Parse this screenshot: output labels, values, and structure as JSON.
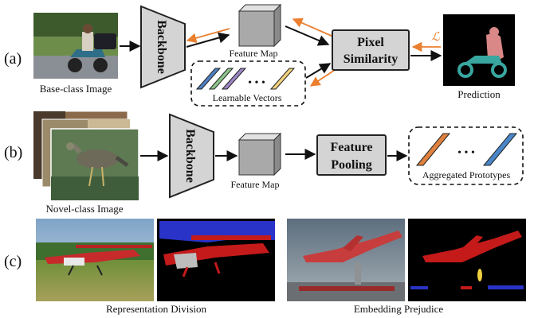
{
  "panel_labels": {
    "a": "(a)",
    "b": "(b)",
    "c": "(c)"
  },
  "row_a": {
    "input_caption": "Base-class Image",
    "backbone": "Backbone",
    "feature_map": "Feature Map",
    "learnable_vectors": "Learnable Vectors",
    "dots": "• • •",
    "pixel_similarity_line1": "Pixel",
    "pixel_similarity_line2": "Similarity",
    "loss": "ℒ",
    "prediction": "Prediction"
  },
  "row_b": {
    "input_caption": "Novel-class Image",
    "backbone": "Backbone",
    "feature_map": "Feature Map",
    "feature_pooling_line1": "Feature",
    "feature_pooling_line2": "Pooling",
    "dots": "• • •",
    "aggregated": "Aggregated Prototypes"
  },
  "row_c": {
    "left_caption": "Representation Division",
    "right_caption": "Embedding Prejudice"
  },
  "colors": {
    "orange_arrow": "#ea7f2f",
    "vector_blue": "#4f7fc0",
    "vector_green": "#8fc58a",
    "vector_purple": "#9d86c4",
    "vector_yellow": "#f2d27c",
    "proto_orange": "#e0813f",
    "proto_blue": "#4a86c8",
    "mask_red": "#c41a1a",
    "mask_blue": "#2a33c8",
    "mask_gray": "#bdbdbd",
    "mask_teal": "#39a6a0",
    "mask_pink": "#d98787"
  }
}
